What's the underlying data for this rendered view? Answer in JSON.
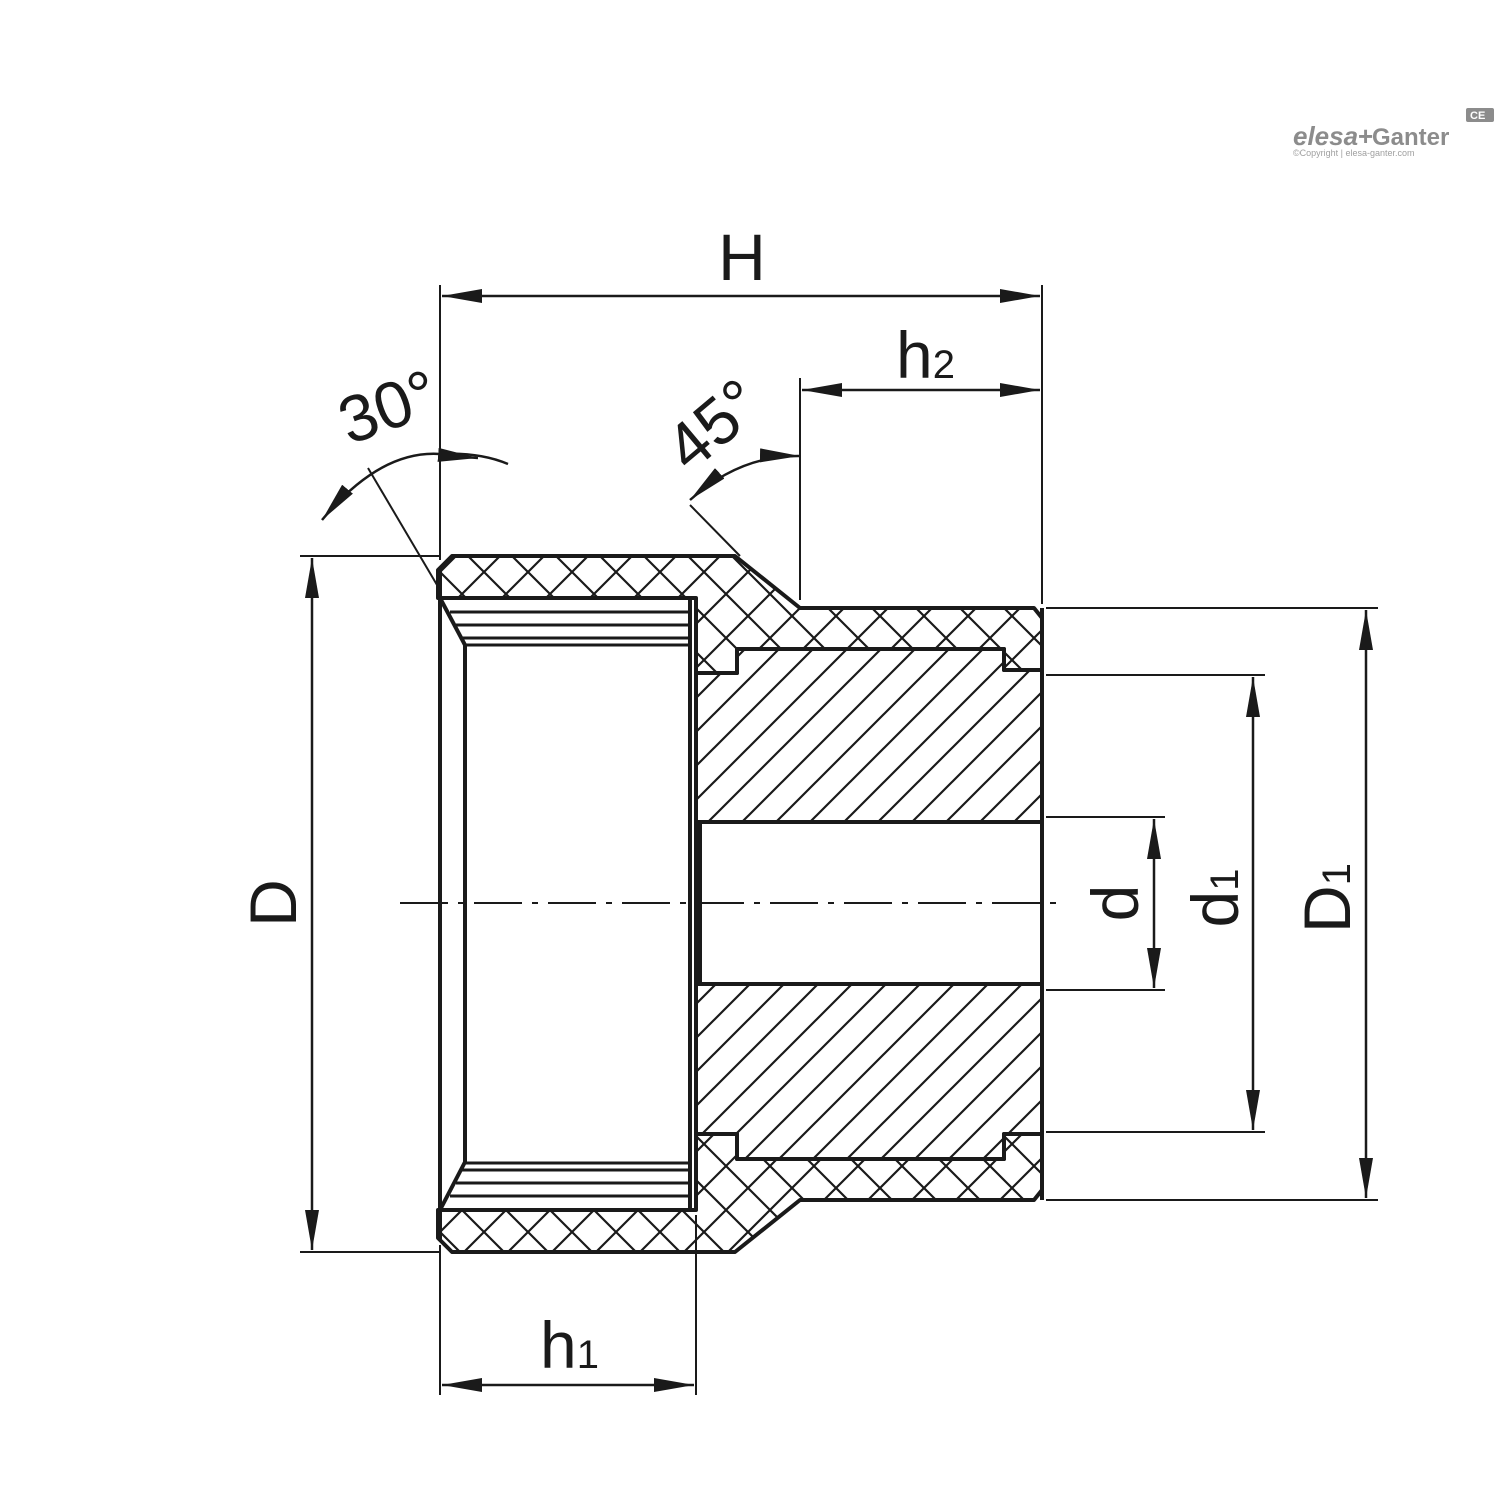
{
  "brand": {
    "name_left": "elesa",
    "plus": "+",
    "name_right": "Ganter",
    "copyright": "©Copyright | elesa-ganter.com",
    "mark": "CE"
  },
  "dimensions": {
    "H": "H",
    "h2": "h",
    "h2_sub": "2",
    "h1": "h",
    "h1_sub": "1",
    "D": "D",
    "D1": "D",
    "D1_sub": "1",
    "d": "d",
    "d1": "d",
    "d1_sub": "1",
    "angle_30": "30°",
    "angle_45": "45°"
  }
}
